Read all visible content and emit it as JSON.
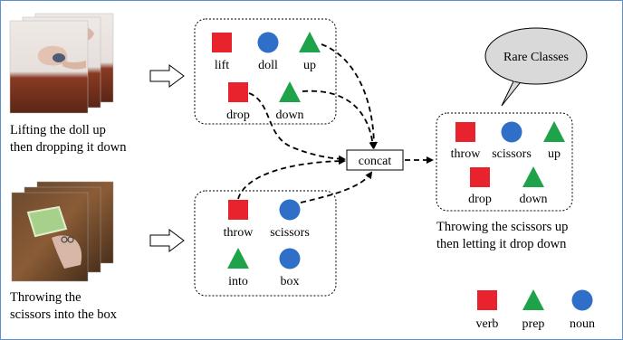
{
  "colors": {
    "verb": "#e8232d",
    "noun": "#2f6fc8",
    "prep": "#1fa34a",
    "frame_border": "#5b8fd0",
    "bubble_fill": "#d9d9d9"
  },
  "videos": {
    "top_caption": [
      "Lifting the doll up",
      "then dropping it down"
    ],
    "bottom_caption": [
      "Throwing the",
      "scissors into the box"
    ]
  },
  "groups": {
    "top": {
      "items": [
        {
          "shape": "square",
          "label": "lift"
        },
        {
          "shape": "circle",
          "label": "doll"
        },
        {
          "shape": "triangle",
          "label": "up"
        },
        {
          "shape": "square",
          "label": "drop"
        },
        {
          "shape": "triangle",
          "label": "down"
        }
      ]
    },
    "bottom": {
      "items": [
        {
          "shape": "square",
          "label": "throw"
        },
        {
          "shape": "circle",
          "label": "scissors"
        },
        {
          "shape": "triangle",
          "label": "into"
        },
        {
          "shape": "circle",
          "label": "box"
        }
      ]
    },
    "output": {
      "items": [
        {
          "shape": "square",
          "label": "throw"
        },
        {
          "shape": "circle",
          "label": "scissors"
        },
        {
          "shape": "triangle",
          "label": "up"
        },
        {
          "shape": "square",
          "label": "drop"
        },
        {
          "shape": "triangle",
          "label": "down"
        }
      ],
      "caption": [
        "Throwing the scissors up",
        "then letting it drop down"
      ]
    }
  },
  "concat_label": "concat",
  "bubble_label": "Rare Classes",
  "legend": [
    {
      "shape": "square",
      "label": "verb"
    },
    {
      "shape": "triangle",
      "label": "prep"
    },
    {
      "shape": "circle",
      "label": "noun"
    }
  ]
}
